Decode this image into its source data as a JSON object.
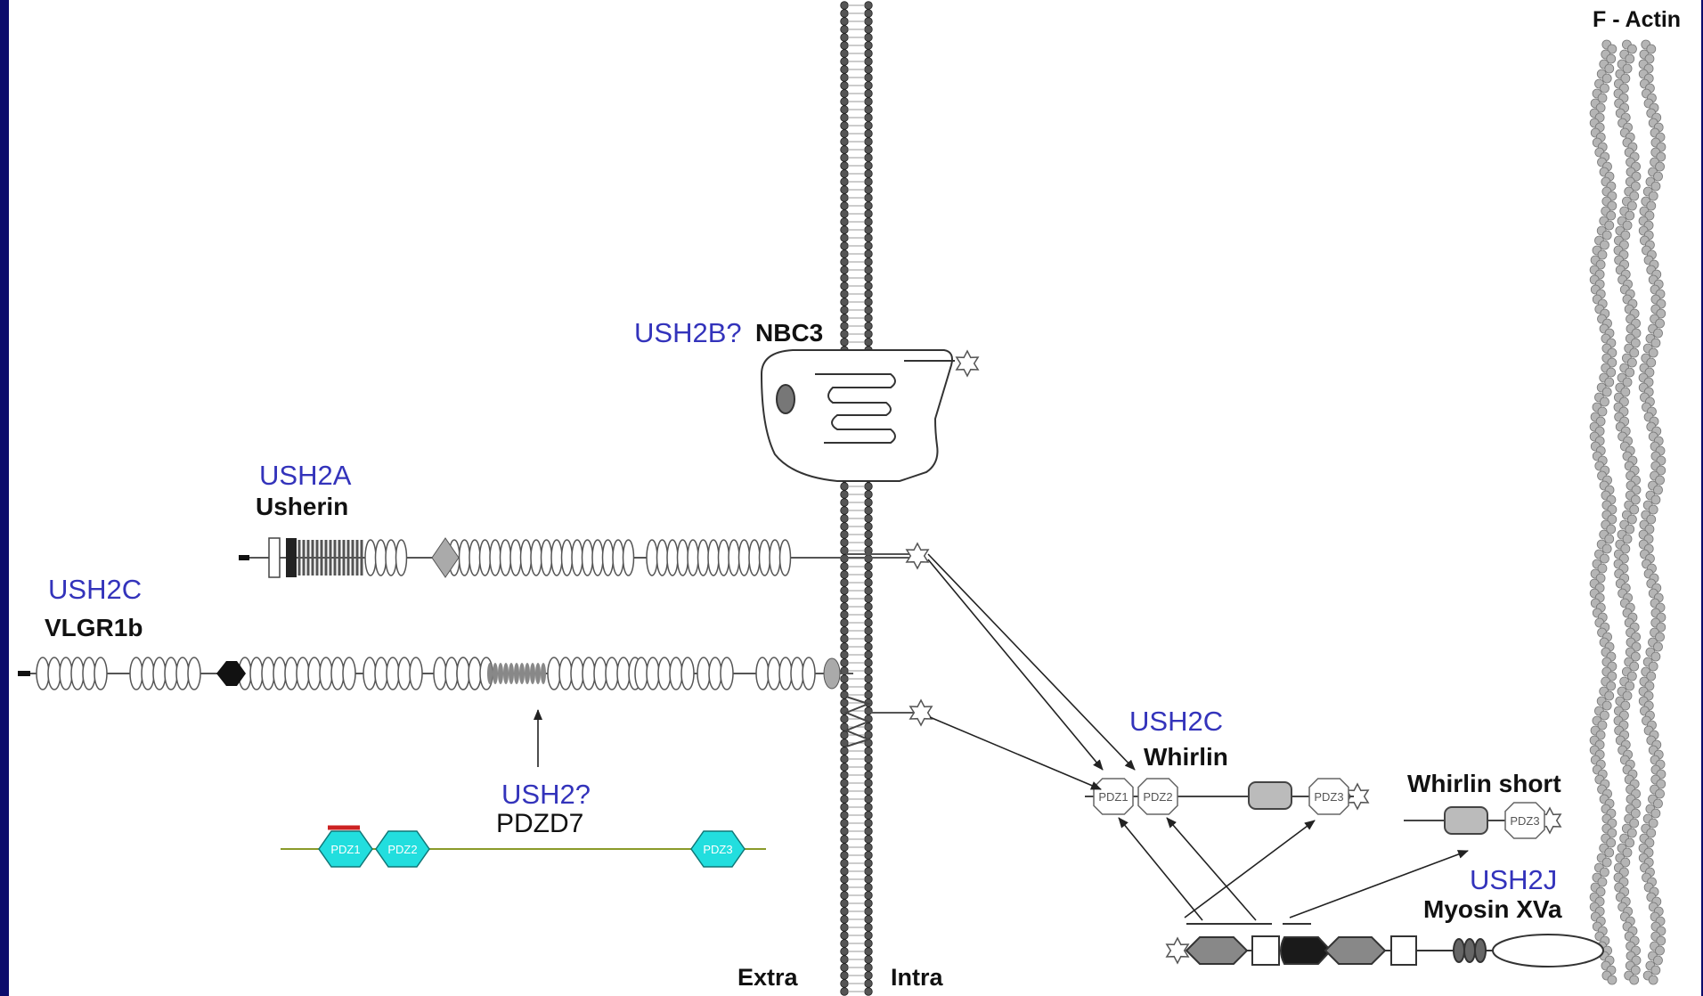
{
  "labels": {
    "f_actin": "F - Actin",
    "ush2b": "USH2B?",
    "nbc3": "NBC3",
    "ush2a": "USH2A",
    "usherin": "Usherin",
    "ush2c_vlgr": "USH2C",
    "vlgr1b": "VLGR1b",
    "ush2c_whirlin": "USH2C",
    "whirlin": "Whirlin",
    "whirlin_short": "Whirlin short",
    "ush2j": "USH2J",
    "myosin": "Myosin XVa",
    "ush2_q": "USH2?",
    "pdzd7": "PDZD7",
    "extra": "Extra",
    "intra": "Intra"
  },
  "domains": {
    "whirlin": [
      "PDZ1",
      "PDZ2",
      "PDZ3"
    ],
    "whirlin_short": [
      "PDZ3"
    ],
    "pdzd7": [
      "PDZ1",
      "PDZ2",
      "PDZ3"
    ]
  },
  "colors": {
    "background_frame": "#0b0b66",
    "label_blue": "#3333bb",
    "pdzd7_domain": "#22dede",
    "pdzd7_line": "#8a9a2a",
    "pdzd7_mark": "#cc2222"
  }
}
